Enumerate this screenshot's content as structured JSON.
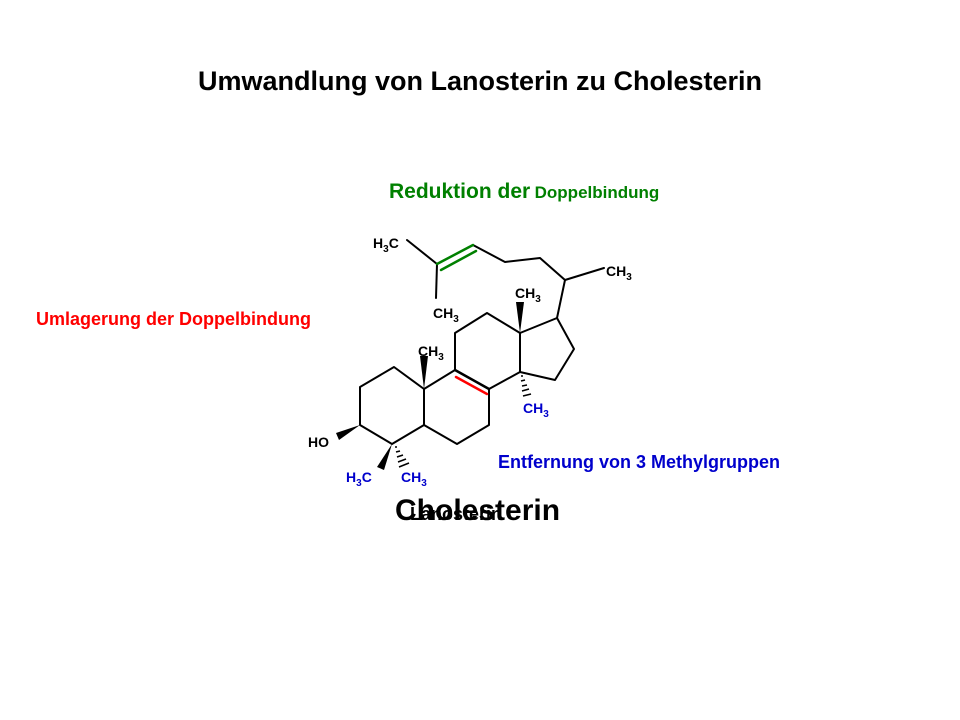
{
  "title": "Umwandlung von Lanosterin zu Cholesterin",
  "annotations": {
    "reduktion_part1": "Reduktion der",
    "reduktion_part2": "Doppelbindung",
    "umlagerung": "Umlagerung der Doppelbindung",
    "entfernung": "Entfernung von 3 Methylgruppen"
  },
  "molecule_names": {
    "product": "Cholesterin",
    "substrate": "Lanosterin"
  },
  "atom_labels": {
    "h3c_sidechain": "H3C",
    "ch3_sidechain_lower": "CH3",
    "ch3_sidechain_end": "CH3",
    "ch3_c13": "CH3",
    "ch3_c10": "CH3",
    "ch3_c14": "CH3",
    "ho": "HO",
    "h3c_c4": "H3C",
    "ch3_c4": "CH3"
  },
  "colors": {
    "reduction": "#008000",
    "rearrangement": "#ff0000",
    "methyl_removal": "#0000cc",
    "structure": "#000000"
  }
}
